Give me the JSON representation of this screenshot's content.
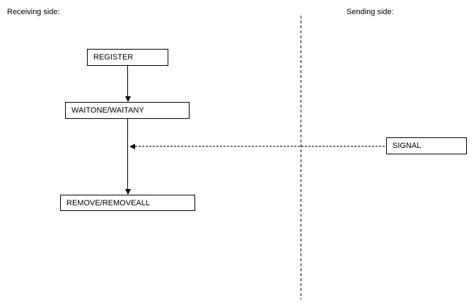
{
  "diagram": {
    "receiving": {
      "label": "Receiving side:"
    },
    "sending": {
      "label": "Sending side:"
    },
    "nodes": {
      "register": {
        "label": "REGISTER"
      },
      "waitone": {
        "label": "WAITONE/WAITANY"
      },
      "remove": {
        "label": "REMOVE/REMOVEALL"
      },
      "signal": {
        "label": "SIGNAL"
      }
    },
    "edges": [
      {
        "from": "register",
        "to": "waitone",
        "style": "solid-arrow-down"
      },
      {
        "from": "waitone",
        "to": "remove",
        "style": "solid-arrow-down"
      },
      {
        "from": "signal",
        "to": "waitone-remove-line",
        "style": "dashed-arrow-left"
      }
    ],
    "colors": {
      "line": "#000000",
      "text": "#000000",
      "background": "#ffffff"
    }
  }
}
